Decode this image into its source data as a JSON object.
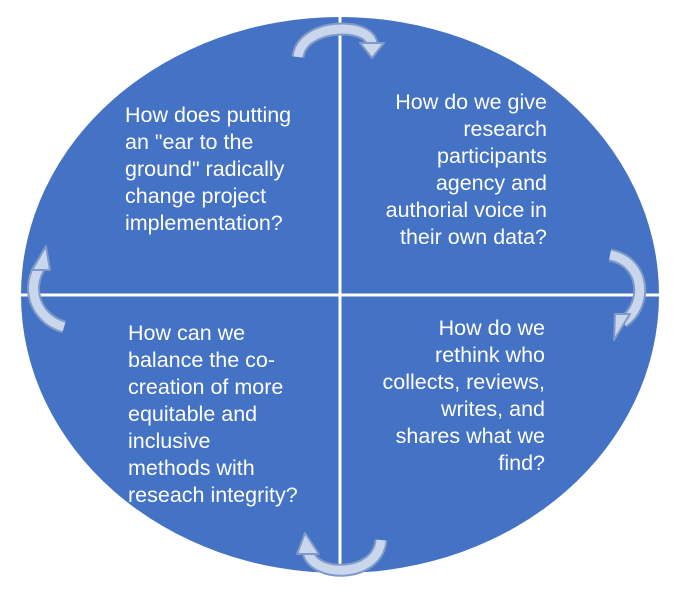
{
  "diagram": {
    "quadrants": [
      {
        "id": "top-left",
        "text": "How does putting\nan \"ear to the\nground\" radically\nchange project\nimplementation?"
      },
      {
        "id": "top-right",
        "text": "How do we give\nresearch\nparticipants\nagency and\nauthorial voice in\ntheir own data?"
      },
      {
        "id": "bottom-left",
        "text": "How  can we\nbalance the co-\ncreation of more\nequitable and\ninclusive\nmethods with\nreseach integrity?"
      },
      {
        "id": "bottom-right",
        "text": "How do we\nrethink who\ncollects, reviews,\nwrites, and\nshares what we\nfind?"
      }
    ],
    "colors": {
      "fill": "#4472C4",
      "divider": "#ffffff",
      "arrow_fill": "#C9D6EC",
      "arrow_stroke": "#7F9AC8",
      "text": "#ffffff"
    },
    "arrows": [
      "top-arrow-icon",
      "right-arrow-icon",
      "bottom-arrow-icon",
      "left-arrow-icon"
    ]
  }
}
